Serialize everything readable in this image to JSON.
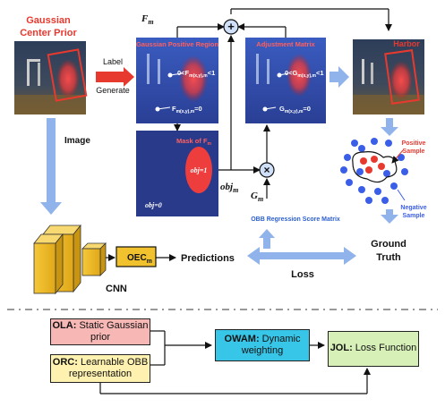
{
  "colors": {
    "red": "#e8392f",
    "panel_blue": "#1f2f8a",
    "light_blue_arrow": "#8fb3ea",
    "cnn_yellow": "#f2c12e",
    "ola_fill": "#f6b7b5",
    "orc_fill": "#fff2b0",
    "owam_fill": "#38c6e8",
    "jol_fill": "#d7f0b8",
    "dot_blue": "#3a5ee8",
    "dot_red": "#e8392f"
  },
  "gaussian_prior": {
    "title_line1": "Gaussian",
    "title_line2": "Center Prior"
  },
  "label_arrow": {
    "label": "Label",
    "generate": "Generate"
  },
  "image_label": "Image",
  "panels": {
    "fm_symbol": "F",
    "fm_sub": "m",
    "gaussian_positive_region": "Gaussian Positive Region",
    "gpr_top_formula": "0<F",
    "gpr_top_sub": "m(x,y),m",
    "gpr_top_tail": "<1",
    "gpr_bottom_formula": "F",
    "gpr_bottom_sub": "m(x,y),m",
    "gpr_bottom_tail": "=0",
    "adjustment_matrix": "Adjustment Matrix",
    "am_top_formula": "0<G",
    "am_top_sub": "m(x,y),m",
    "am_top_tail": "<1",
    "am_bottom_formula": "G",
    "am_bottom_sub": "m(x,y),m",
    "am_bottom_tail": "=0",
    "mask_title": "Mask of F",
    "mask_title_sub": "m",
    "obj_one": "obj=1",
    "obj_zero": "obj=0"
  },
  "symbols": {
    "plus": "+",
    "times": "×",
    "objm": "obj",
    "objm_sub": "m",
    "gm": "G",
    "gm_sub": "m"
  },
  "harbor_label": "Harbor",
  "samples": {
    "positive_line1": "Positive",
    "positive_line2": "Sample",
    "negative_line1": "Negative",
    "negative_line2": "Sample"
  },
  "obb_label": "OBB Regression Score Matrix",
  "cnn_label": "CNN",
  "oec_label": "OEC",
  "oec_sub": "m",
  "predictions_label": "Predictions",
  "ground_truth_line1": "Ground",
  "ground_truth_line2": "Truth",
  "loss_label": "Loss",
  "legend": {
    "ola_bold": "OLA:",
    "ola_rest": " Static Gaussian prior",
    "orc_bold": "ORC:",
    "orc_rest": " Learnable OBB representation",
    "owam_bold": "OWAM:",
    "owam_rest": " Dynamic weighting",
    "jol_bold": "JOL:",
    "jol_rest": " Loss Function"
  }
}
